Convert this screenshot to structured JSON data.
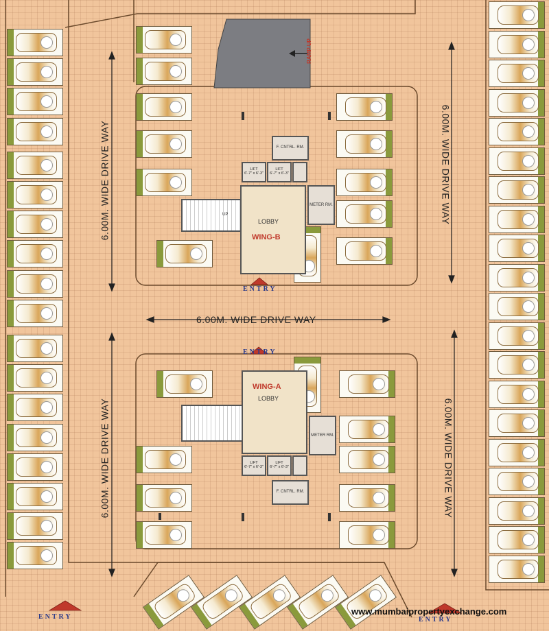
{
  "plan": {
    "drive_way_label": "6.00M. WIDE DRIVE WAY",
    "entry_label": "ENTRY",
    "ramp_label": "RAMP UP",
    "wing_a": "WING-A",
    "wing_b": "WING-B",
    "lobby": "LOBBY",
    "lift": "LIFT",
    "lift_size": "6'-7\" x 6'-3\"",
    "fire_control": "F. CNTRL. RM.",
    "meter_room": "METER RM.",
    "up": "UP",
    "website": "www.mumbaipropertyexchange.com"
  },
  "colors": {
    "floor": "#f1c59c",
    "stall": "#8a9a3c",
    "wing": "#c0392b",
    "entry": "#2a3a8a",
    "walls": "#555555"
  }
}
